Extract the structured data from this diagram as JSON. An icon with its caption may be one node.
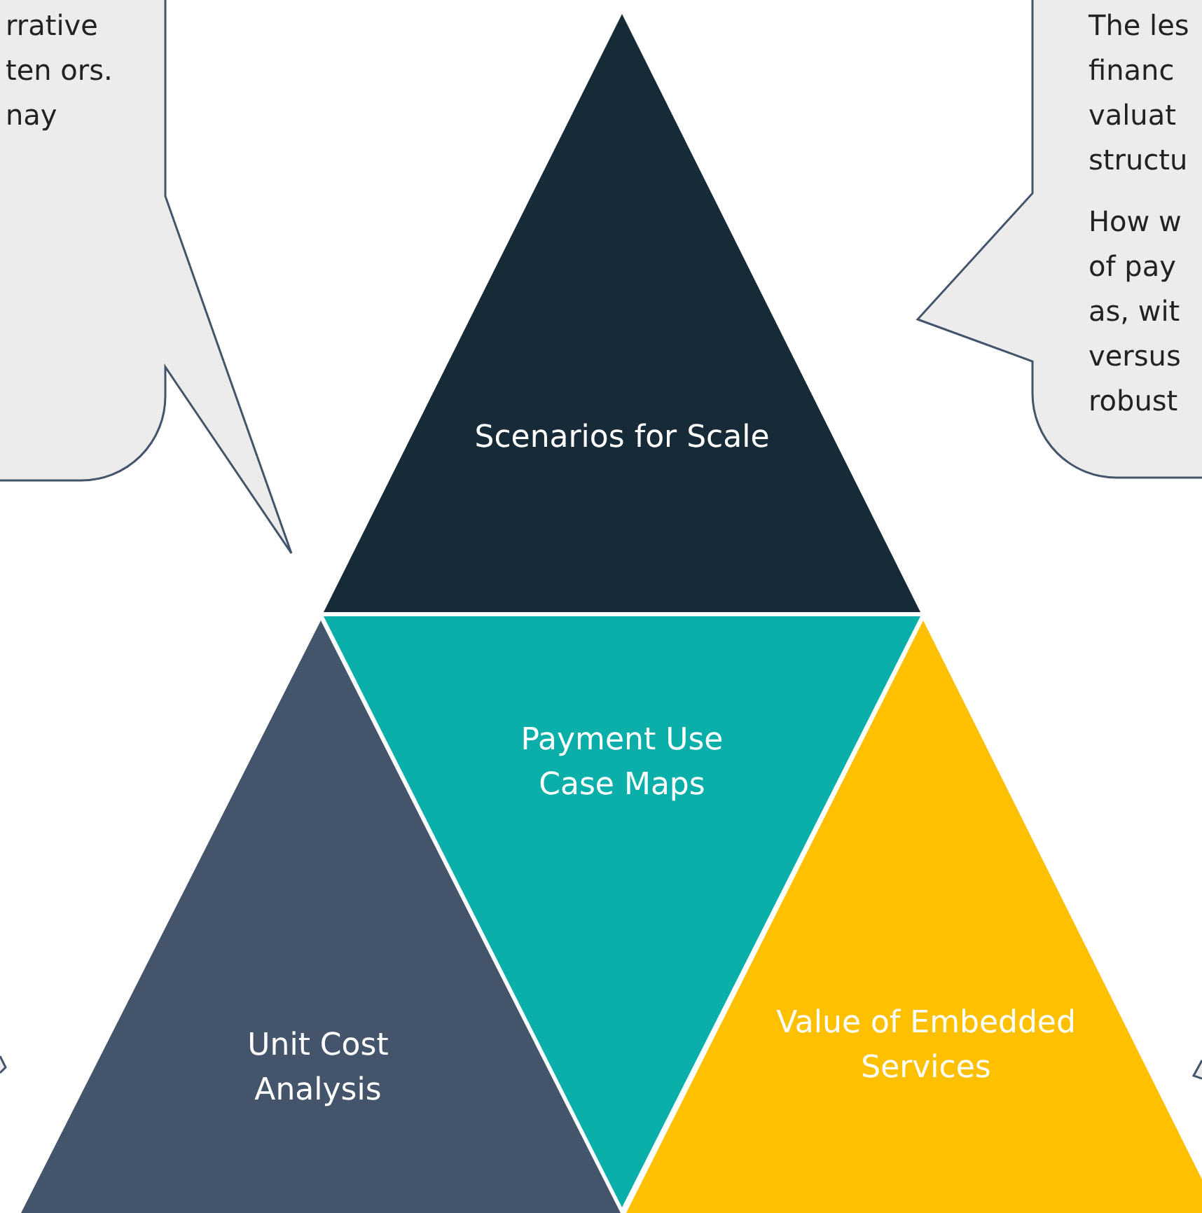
{
  "diagram": {
    "nodes": [
      {
        "text": [
          "rrative ten ors. nay"
        ]
      },
      {
        "text": [
          "The les financ valuat structu",
          "How w of pay as, wit versus robust"
        ]
      },
      {
        "text": [
          "Scenarios for Scale"
        ]
      },
      {
        "text": [
          "Payment Use Case Maps"
        ]
      },
      {
        "text": [
          "Unit Cost Analysis"
        ]
      },
      {
        "text": [
          "Value of Embedded Services"
        ]
      }
    ]
  }
}
